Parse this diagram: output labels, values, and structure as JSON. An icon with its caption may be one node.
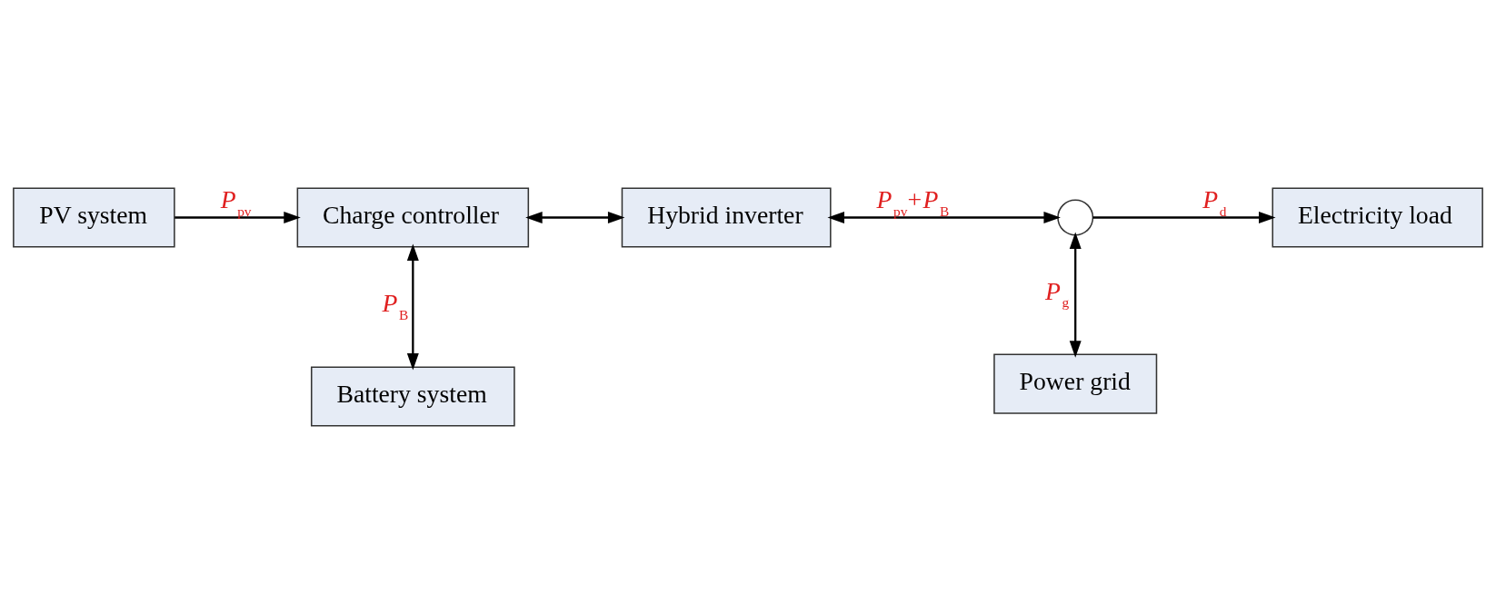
{
  "diagram": {
    "nodes": [
      {
        "text": [
          "PV system"
        ]
      },
      {
        "text": [
          "Charge controller"
        ]
      },
      {
        "text": [
          "Hybrid inverter"
        ]
      },
      {
        "text": [
          "Power grid"
        ]
      },
      {
        "text": [],
        "shape": "circle"
      },
      {
        "text": [
          "Electricity load"
        ]
      },
      {
        "text": [
          "Battery system"
        ]
      }
    ],
    "edges": [
      {
        "from": 0,
        "to": 1,
        "arrow": "to",
        "label": "*P*$_{pv}$"
      },
      {
        "from": 1,
        "to": 2,
        "arrow": "both"
      },
      {
        "from": 1,
        "to": 6,
        "arrow": "both",
        "label": "*P*$_{B}$"
      },
      {
        "from": 2,
        "to": 4,
        "arrow": "both",
        "label": "*P*$_{pv}$+*P*$_{B}$"
      },
      {
        "from": 4,
        "to": 3,
        "arrow": "both",
        "label": "*P*$_{g}$"
      },
      {
        "from": 4,
        "to": 5,
        "arrow": "to",
        "label": "*P*$_{d}$"
      }
    ]
  }
}
